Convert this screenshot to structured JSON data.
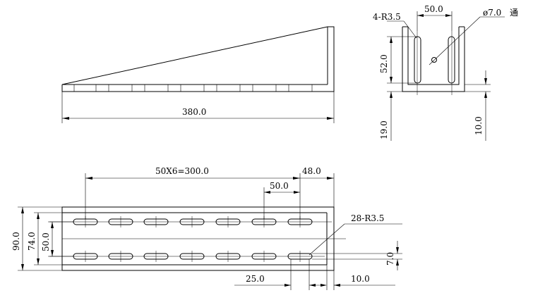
{
  "dims": {
    "side_length": "380.0",
    "slot_width_top": "50.0",
    "hole_dia": "ø7.0",
    "through": "通",
    "slot_radius_4": "4-R3.5",
    "slot_len_52": "52.0",
    "thickness_19": "19.0",
    "thickness_10": "10.0",
    "pitch_total": "50X6=300.0",
    "edge_48": "48.0",
    "pitch_50": "50.0",
    "slot_radius_28": "28-R3.5",
    "h_90": "90.0",
    "h_74": "74.0",
    "h_50": "50.0",
    "slot_w_7": "7.0",
    "len_25": "25.0",
    "len_10": "10.0"
  }
}
